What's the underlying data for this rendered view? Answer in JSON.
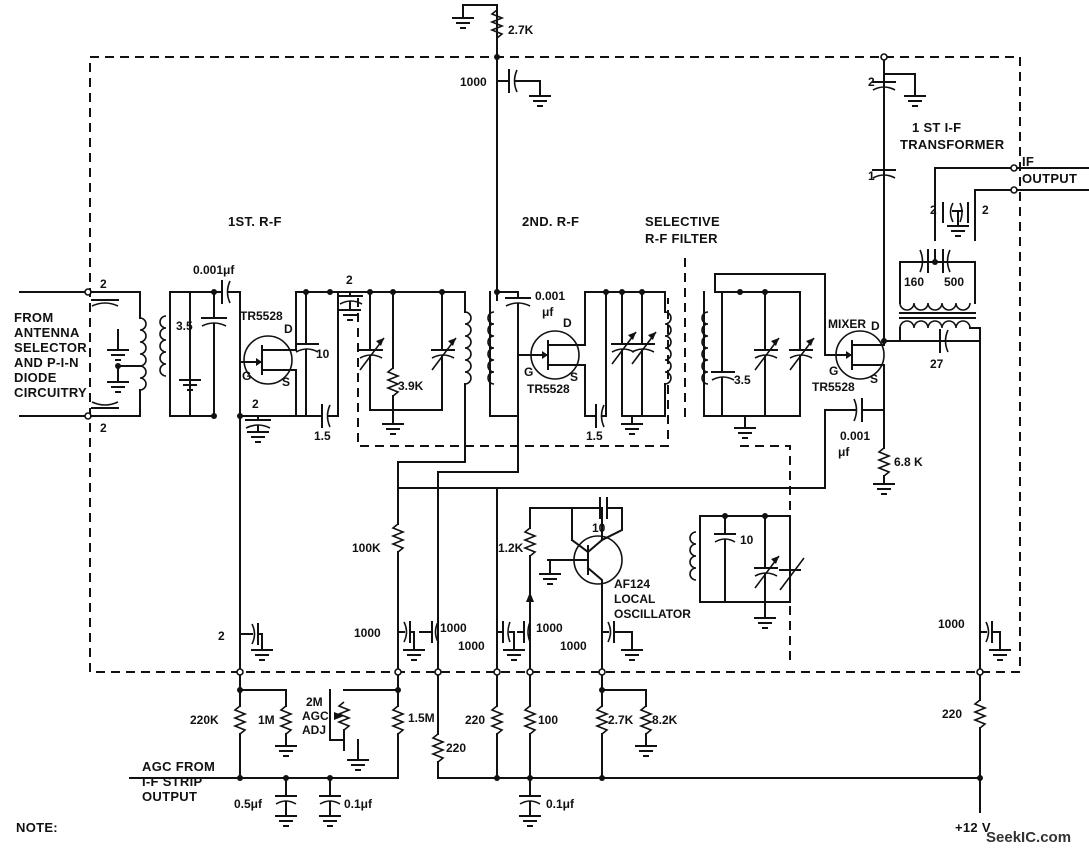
{
  "title_block": {
    "first_rf": "1ST. R-F",
    "second_rf": "2ND. R-F",
    "selective_filter_1": "SELECTIVE",
    "selective_filter_2": "R-F FILTER",
    "if_transformer_1": "1 ST I-F",
    "if_transformer_2": "TRANSFORMER",
    "if_output_1": "IF",
    "if_output_2": "OUTPUT",
    "antenna_1": "FROM",
    "antenna_2": "ANTENNA",
    "antenna_3": "SELECTOR",
    "antenna_4": "AND P-I-N",
    "antenna_5": "DIODE",
    "antenna_6": "CIRCUITRY",
    "agc_1": "AGC FROM",
    "agc_2": "I-F STRIP",
    "agc_3": "OUTPUT",
    "note": "NOTE:",
    "supply": "+12 V",
    "watermark": "SeekIC.com"
  },
  "devices": {
    "q1": "TR5528",
    "q2": "TR5528",
    "q3": "TR5528",
    "mixer": "MIXER",
    "osc": "AF124",
    "osc_line1": "LOCAL",
    "osc_line2": "OSCILLATOR",
    "pin_d": "D",
    "pin_g": "G",
    "pin_s": "S"
  },
  "values": {
    "r_top": "2.7K",
    "c_top": "1000",
    "c_ant1": "2",
    "c_ant2": "2",
    "c_35a": "3.5",
    "c_0001a": "0.001μf",
    "c_10a": "10",
    "c_15a": "1.5",
    "c_2gate": "2",
    "c_2tank": "2",
    "r_39k": "3.9K",
    "c_0001b_1": "0.001",
    "c_0001b_2": "μf",
    "c_15b": "1.5",
    "c_35b": "3.5",
    "c_0001c_1": "0.001",
    "c_0001c_2": "μf",
    "r_68k": "6.8 K",
    "c_2if1": "2",
    "c_1if": "1",
    "c_2if2": "2",
    "c_2if3": "2",
    "c_160": "160",
    "c_500": "500",
    "c_27": "27",
    "c_10osc": "10",
    "c_10tank": "10",
    "r_100k": "100K",
    "r_12k": "1.2K",
    "c_2agc": "2",
    "c_1000a": "1000",
    "c_1000b": "1000",
    "c_1000c": "1000",
    "c_1000d": "1000",
    "c_1000e": "1000",
    "c_1000f": "1000",
    "r_220k": "220K",
    "r_1m": "1M",
    "r_2m_1": "2M",
    "r_2m_2": "AGC",
    "r_2m_3": "ADJ",
    "r_15m": "1.5M",
    "r_220a": "220",
    "r_220b": "220",
    "r_100": "100",
    "r_27k": "2.7K",
    "r_82k": "8.2K",
    "r_220c": "220",
    "c_05": "0.5μf",
    "c_01a": "0.1μf",
    "c_01b": "0.1μf"
  }
}
